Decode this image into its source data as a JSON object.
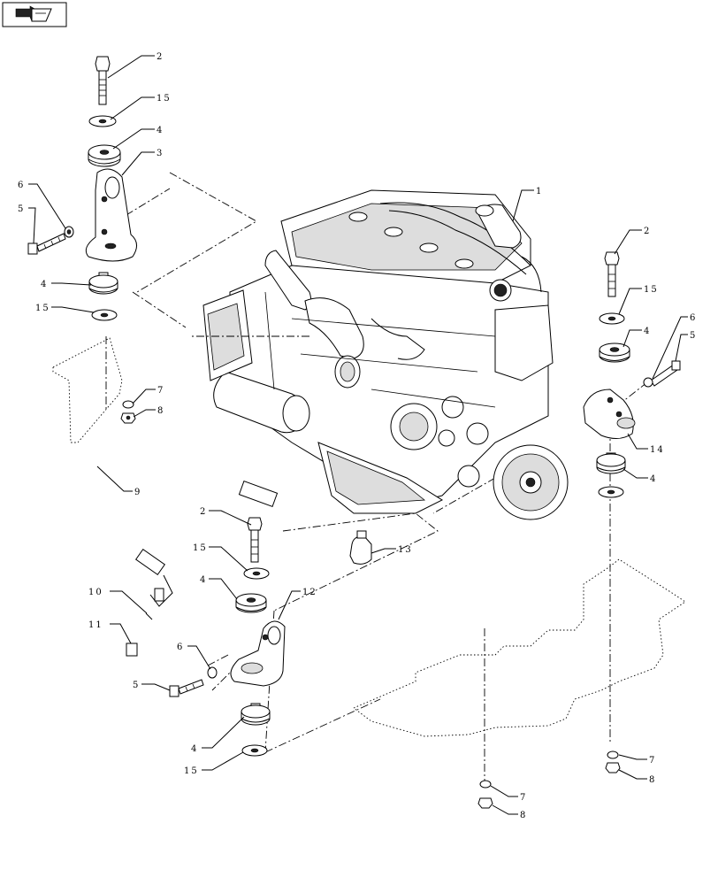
{
  "callouts": [
    {
      "id": "c2a",
      "label": "2"
    },
    {
      "id": "c15a",
      "label": "15"
    },
    {
      "id": "c4a",
      "label": "4"
    },
    {
      "id": "c3",
      "label": "3"
    },
    {
      "id": "c6a",
      "label": "6"
    },
    {
      "id": "c5a",
      "label": "5"
    },
    {
      "id": "c4b",
      "label": "4"
    },
    {
      "id": "c15b",
      "label": "15"
    },
    {
      "id": "c7a",
      "label": "7"
    },
    {
      "id": "c8a",
      "label": "8"
    },
    {
      "id": "c1",
      "label": "1"
    },
    {
      "id": "c2b",
      "label": "2"
    },
    {
      "id": "c15c",
      "label": "15"
    },
    {
      "id": "c4c",
      "label": "4"
    },
    {
      "id": "c6b",
      "label": "6"
    },
    {
      "id": "c5b",
      "label": "5"
    },
    {
      "id": "c14",
      "label": "14"
    },
    {
      "id": "c4d",
      "label": "4"
    },
    {
      "id": "c9",
      "label": "9"
    },
    {
      "id": "c2c",
      "label": "2"
    },
    {
      "id": "c13",
      "label": "13"
    },
    {
      "id": "c15d",
      "label": "15"
    },
    {
      "id": "c4e",
      "label": "4"
    },
    {
      "id": "c12",
      "label": "12"
    },
    {
      "id": "c10",
      "label": "10"
    },
    {
      "id": "c11",
      "label": "11"
    },
    {
      "id": "c6c",
      "label": "6"
    },
    {
      "id": "c5c",
      "label": "5"
    },
    {
      "id": "c4f",
      "label": "4"
    },
    {
      "id": "c15e",
      "label": "15"
    },
    {
      "id": "c7b",
      "label": "7"
    },
    {
      "id": "c8b",
      "label": "8"
    },
    {
      "id": "c7c",
      "label": "7"
    },
    {
      "id": "c8c",
      "label": "8"
    }
  ],
  "icons": {
    "nav": "next-page-arrow-icon"
  }
}
